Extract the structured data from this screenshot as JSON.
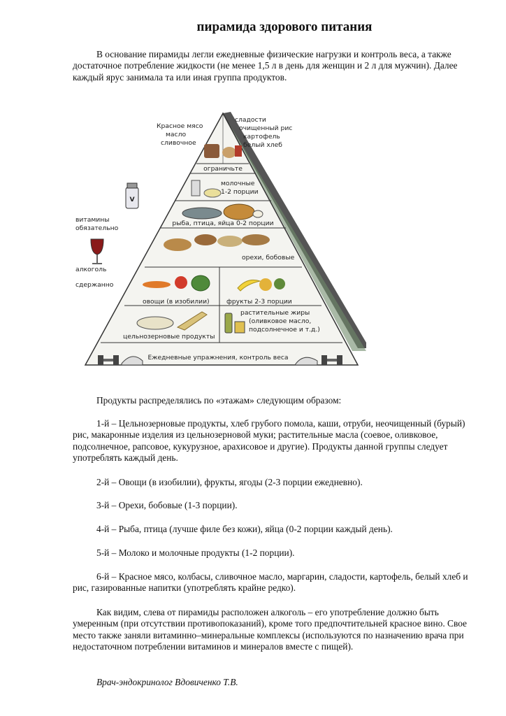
{
  "title": "пирамида здорового питания",
  "intro": "В основание пирамиды легли ежедневные физические нагрузки и контроль веса, а также достаточное потребление жидкости (не менее 1,5 л в день для женщин и 2 л для мужчин). Далее каждый ярус занимала та или иная группа продуктов.",
  "pyramid": {
    "top_left": [
      "Красное мясо",
      "масло",
      "сливочное"
    ],
    "top_right": [
      "сладости",
      "очищенный рис",
      "картофель",
      "белый хлеб"
    ],
    "limit": "ограничьте",
    "dairy": [
      "молочные",
      "1-2 порции"
    ],
    "protein": "рыба, птица, яйца 0-2 порции",
    "nuts": "орехи, бобовые",
    "vegetables": "овощи (в изобилии)",
    "fruits": "фрукты 2-3 порции",
    "grains": "цельнозерновые продукты",
    "oils": [
      "растительные жиры",
      "(оливковое масло,",
      "подсолнечное и т.д.)"
    ],
    "exercise": "Ежедневные упражнения, контроль веса",
    "vitamins": [
      "витамины",
      "обязательно"
    ],
    "alcohol": [
      "алкоголь",
      "сдержанно"
    ],
    "vitamin_letter": "V"
  },
  "distribution_intro": "Продукты распределялись по «этажам» следующим образом:",
  "items": [
    "1-й – Цельнозерновые продукты, хлеб грубого помола, каши, отруби, неочищенный (бурый) рис, макаронные изделия из цельнозерновой муки; растительные масла (соевое, оливковое, подсолнечное, рапсовое, кукурузное, арахисовое и другие). Продукты данной группы следует употреблять каждый день.",
    "2-й – Овощи (в изобилии), фрукты, ягоды (2-3 порции ежедневно).",
    "3-й – Орехи, бобовые (1-3 порции).",
    "4-й – Рыба, птица (лучше филе без кожи), яйца (0-2 порции каждый день).",
    "5-й – Молоко и молочные продукты (1-2 порции).",
    "6-й – Красное мясо, колбасы, сливочное масло, маргарин, сладости, картофель, белый хлеб и рис, газированные напитки (употреблять крайне редко)."
  ],
  "conclusion": "Как видим, слева от пирамиды расположен алкоголь – его употребление должно быть умеренным (при отсутствии противопоказаний), кроме того предпочтительней красное вино. Свое место также заняли витаминно–минеральные комплексы (используются по назначению врача при недостаточном потреблении витаминов и минералов вместе с пищей).",
  "signature": "Врач-эндокринолог  Вдовиченко Т.В."
}
